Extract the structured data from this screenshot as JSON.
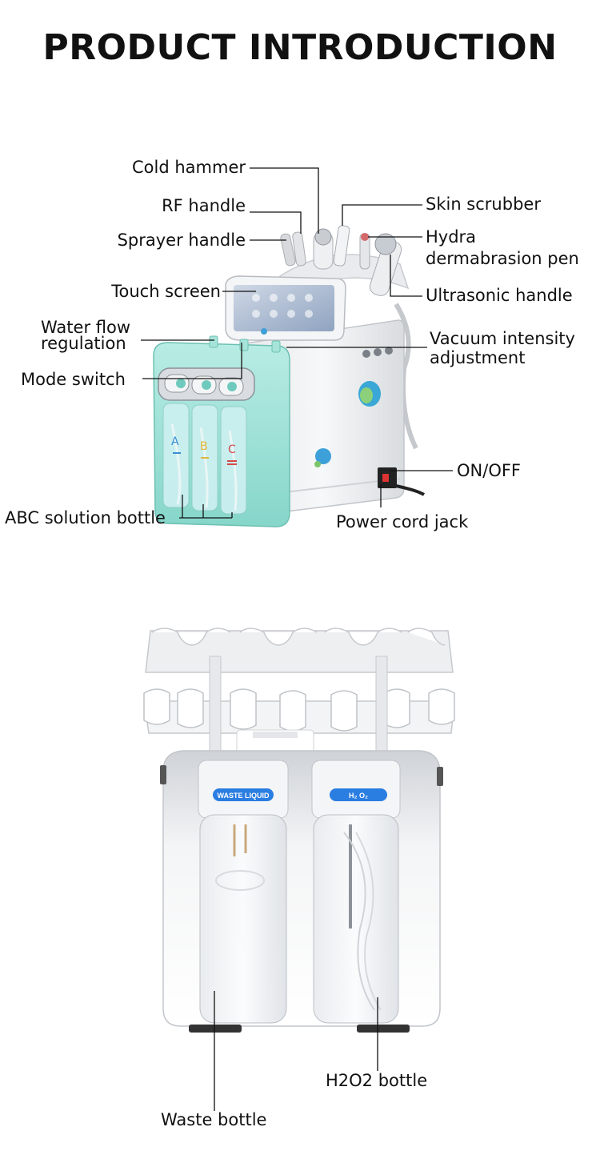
{
  "page": {
    "title": "PRODUCT INTRODUCTION"
  },
  "machine_labels": {
    "cold_hammer": "Cold hammer",
    "rf_handle": "RF handle",
    "sprayer_handle": "Sprayer handle",
    "touch_screen": "Touch screen",
    "water_flow_line1": "Water flow",
    "water_flow_line2": "regulation",
    "mode_switch": "Mode switch",
    "abc_solution_bottle": "ABC solution bottle",
    "skin_scrubber": "Skin scrubber",
    "hydra_line1": "Hydra",
    "hydra_line2": "dermabrasion pen",
    "ultrasonic_handle": "Ultrasonic handle",
    "vacuum_line1": "Vacuum intensity",
    "vacuum_line2": "adjustment",
    "on_off": "ON/OFF",
    "power_cord_jack": "Power cord jack"
  },
  "machine_printed_text": {
    "bottle_a": "A",
    "bottle_b": "B",
    "bottle_c": "C"
  },
  "back_labels": {
    "waste_liquid_tag": "WASTE LIQUID",
    "h2o2_tag": "H₂ O₂",
    "waste_bottle": "Waste bottle",
    "h2o2_bottle": "H2O2 bottle"
  },
  "colors": {
    "teal": "#9fe0d6",
    "teal_dark": "#6fcabd",
    "body_white": "#f1f2f4",
    "tag_blue": "#2a7de1",
    "leader_line": "#111111"
  }
}
